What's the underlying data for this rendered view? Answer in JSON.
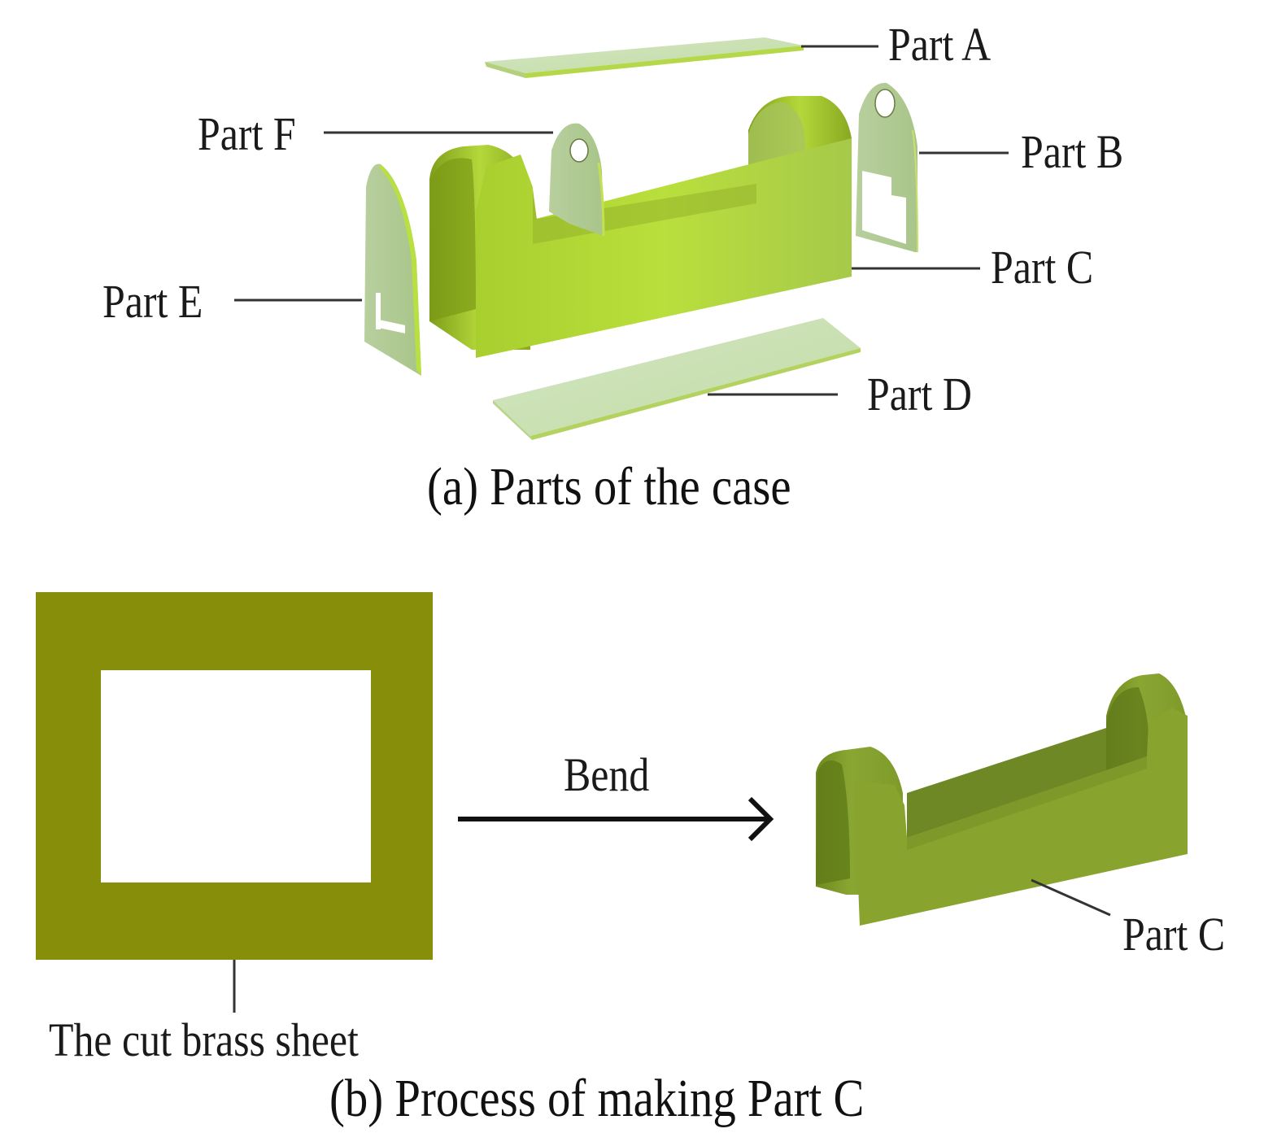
{
  "panel_a": {
    "caption": "(a) Parts of the case",
    "labels": {
      "part_a": "Part A",
      "part_b": "Part B",
      "part_c": "Part C",
      "part_d": "Part D",
      "part_e": "Part E",
      "part_f": "Part F"
    }
  },
  "panel_b": {
    "caption": "(b) Process of making Part C",
    "sheet_label": "The cut brass sheet",
    "arrow_label": "Bend",
    "result_label": "Part C"
  },
  "colors": {
    "bright_green": "#b5dc3a",
    "pale_plate": "#cfe3b8",
    "brass_sheet": "#878f0a",
    "dark_olive": "#7f9a2a"
  }
}
